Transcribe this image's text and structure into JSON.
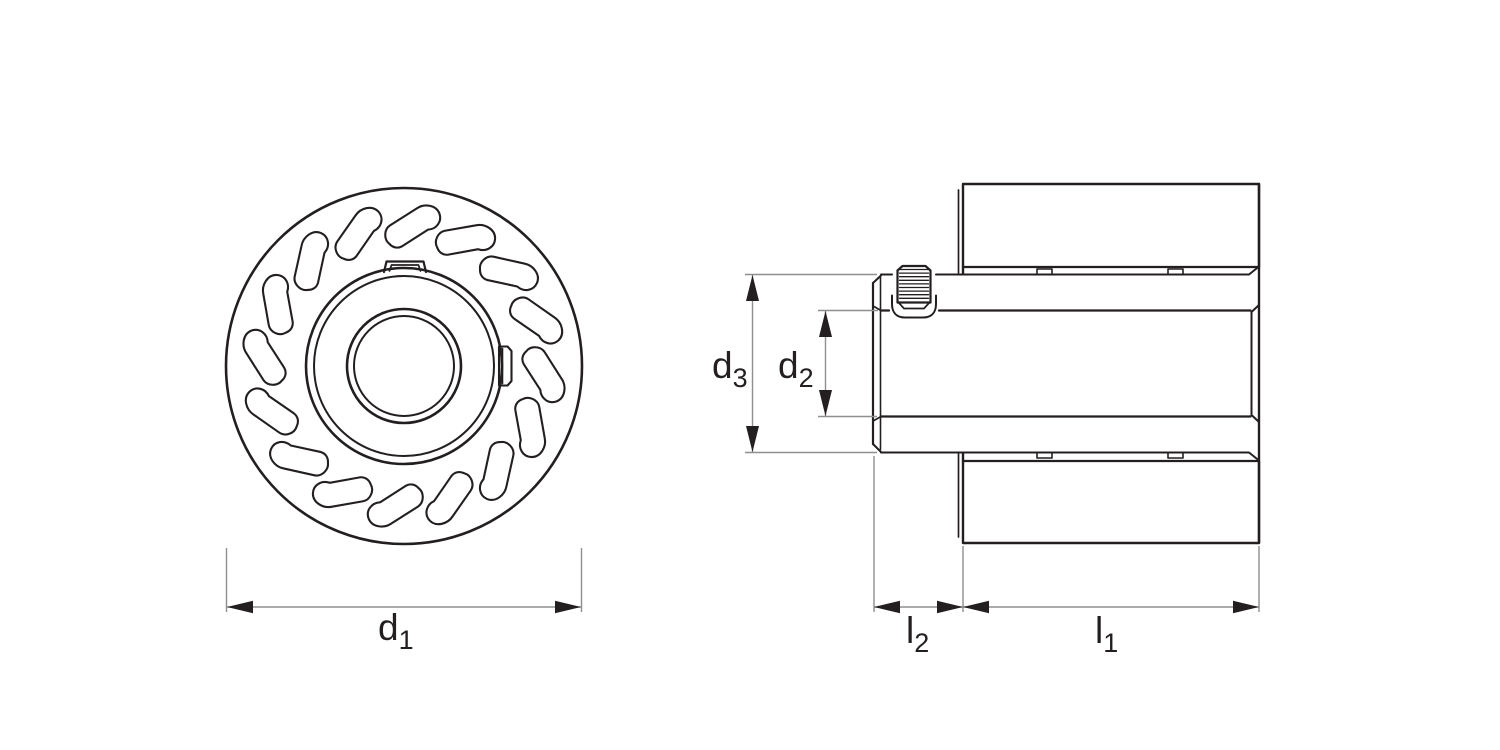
{
  "dimensions": {
    "d1": {
      "base": "d",
      "sub": "1"
    },
    "d2": {
      "base": "d",
      "sub": "2"
    },
    "d3": {
      "base": "d",
      "sub": "3"
    },
    "l1": {
      "base": "l",
      "sub": "1"
    },
    "l2": {
      "base": "l",
      "sub": "2"
    }
  },
  "front_view": {
    "cutout_count": 16
  },
  "side_view": {
    "grease_nipple": {
      "hatch_line_count": 9
    }
  },
  "colors": {
    "outline": "#231f20",
    "dimension_line": "#8f8f8f",
    "label_text": "#231f20",
    "background": "#ffffff"
  }
}
